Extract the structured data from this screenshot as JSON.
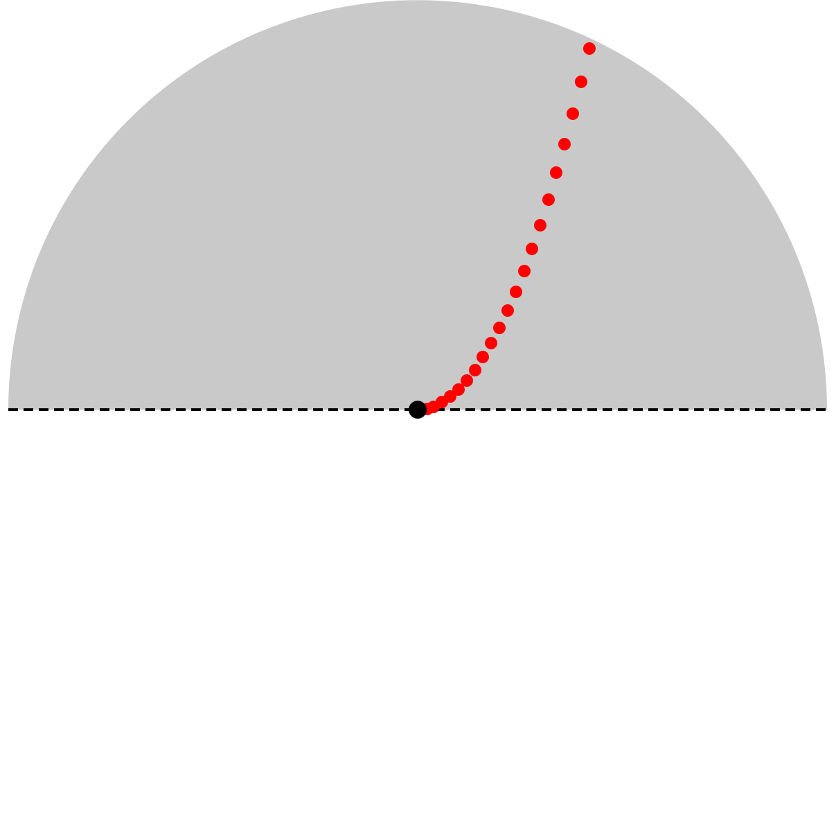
{
  "colors": {
    "background": "#ffffff",
    "region_fill": "#c9c9c9",
    "horizon_line": "#000000",
    "trajectory": "#ff0000",
    "origin": "#000000"
  },
  "diagram": {
    "region": "upper half-disc",
    "horizon_line_style": "dashed",
    "trajectory_marker": "dot",
    "origin_marker": "dot"
  }
}
